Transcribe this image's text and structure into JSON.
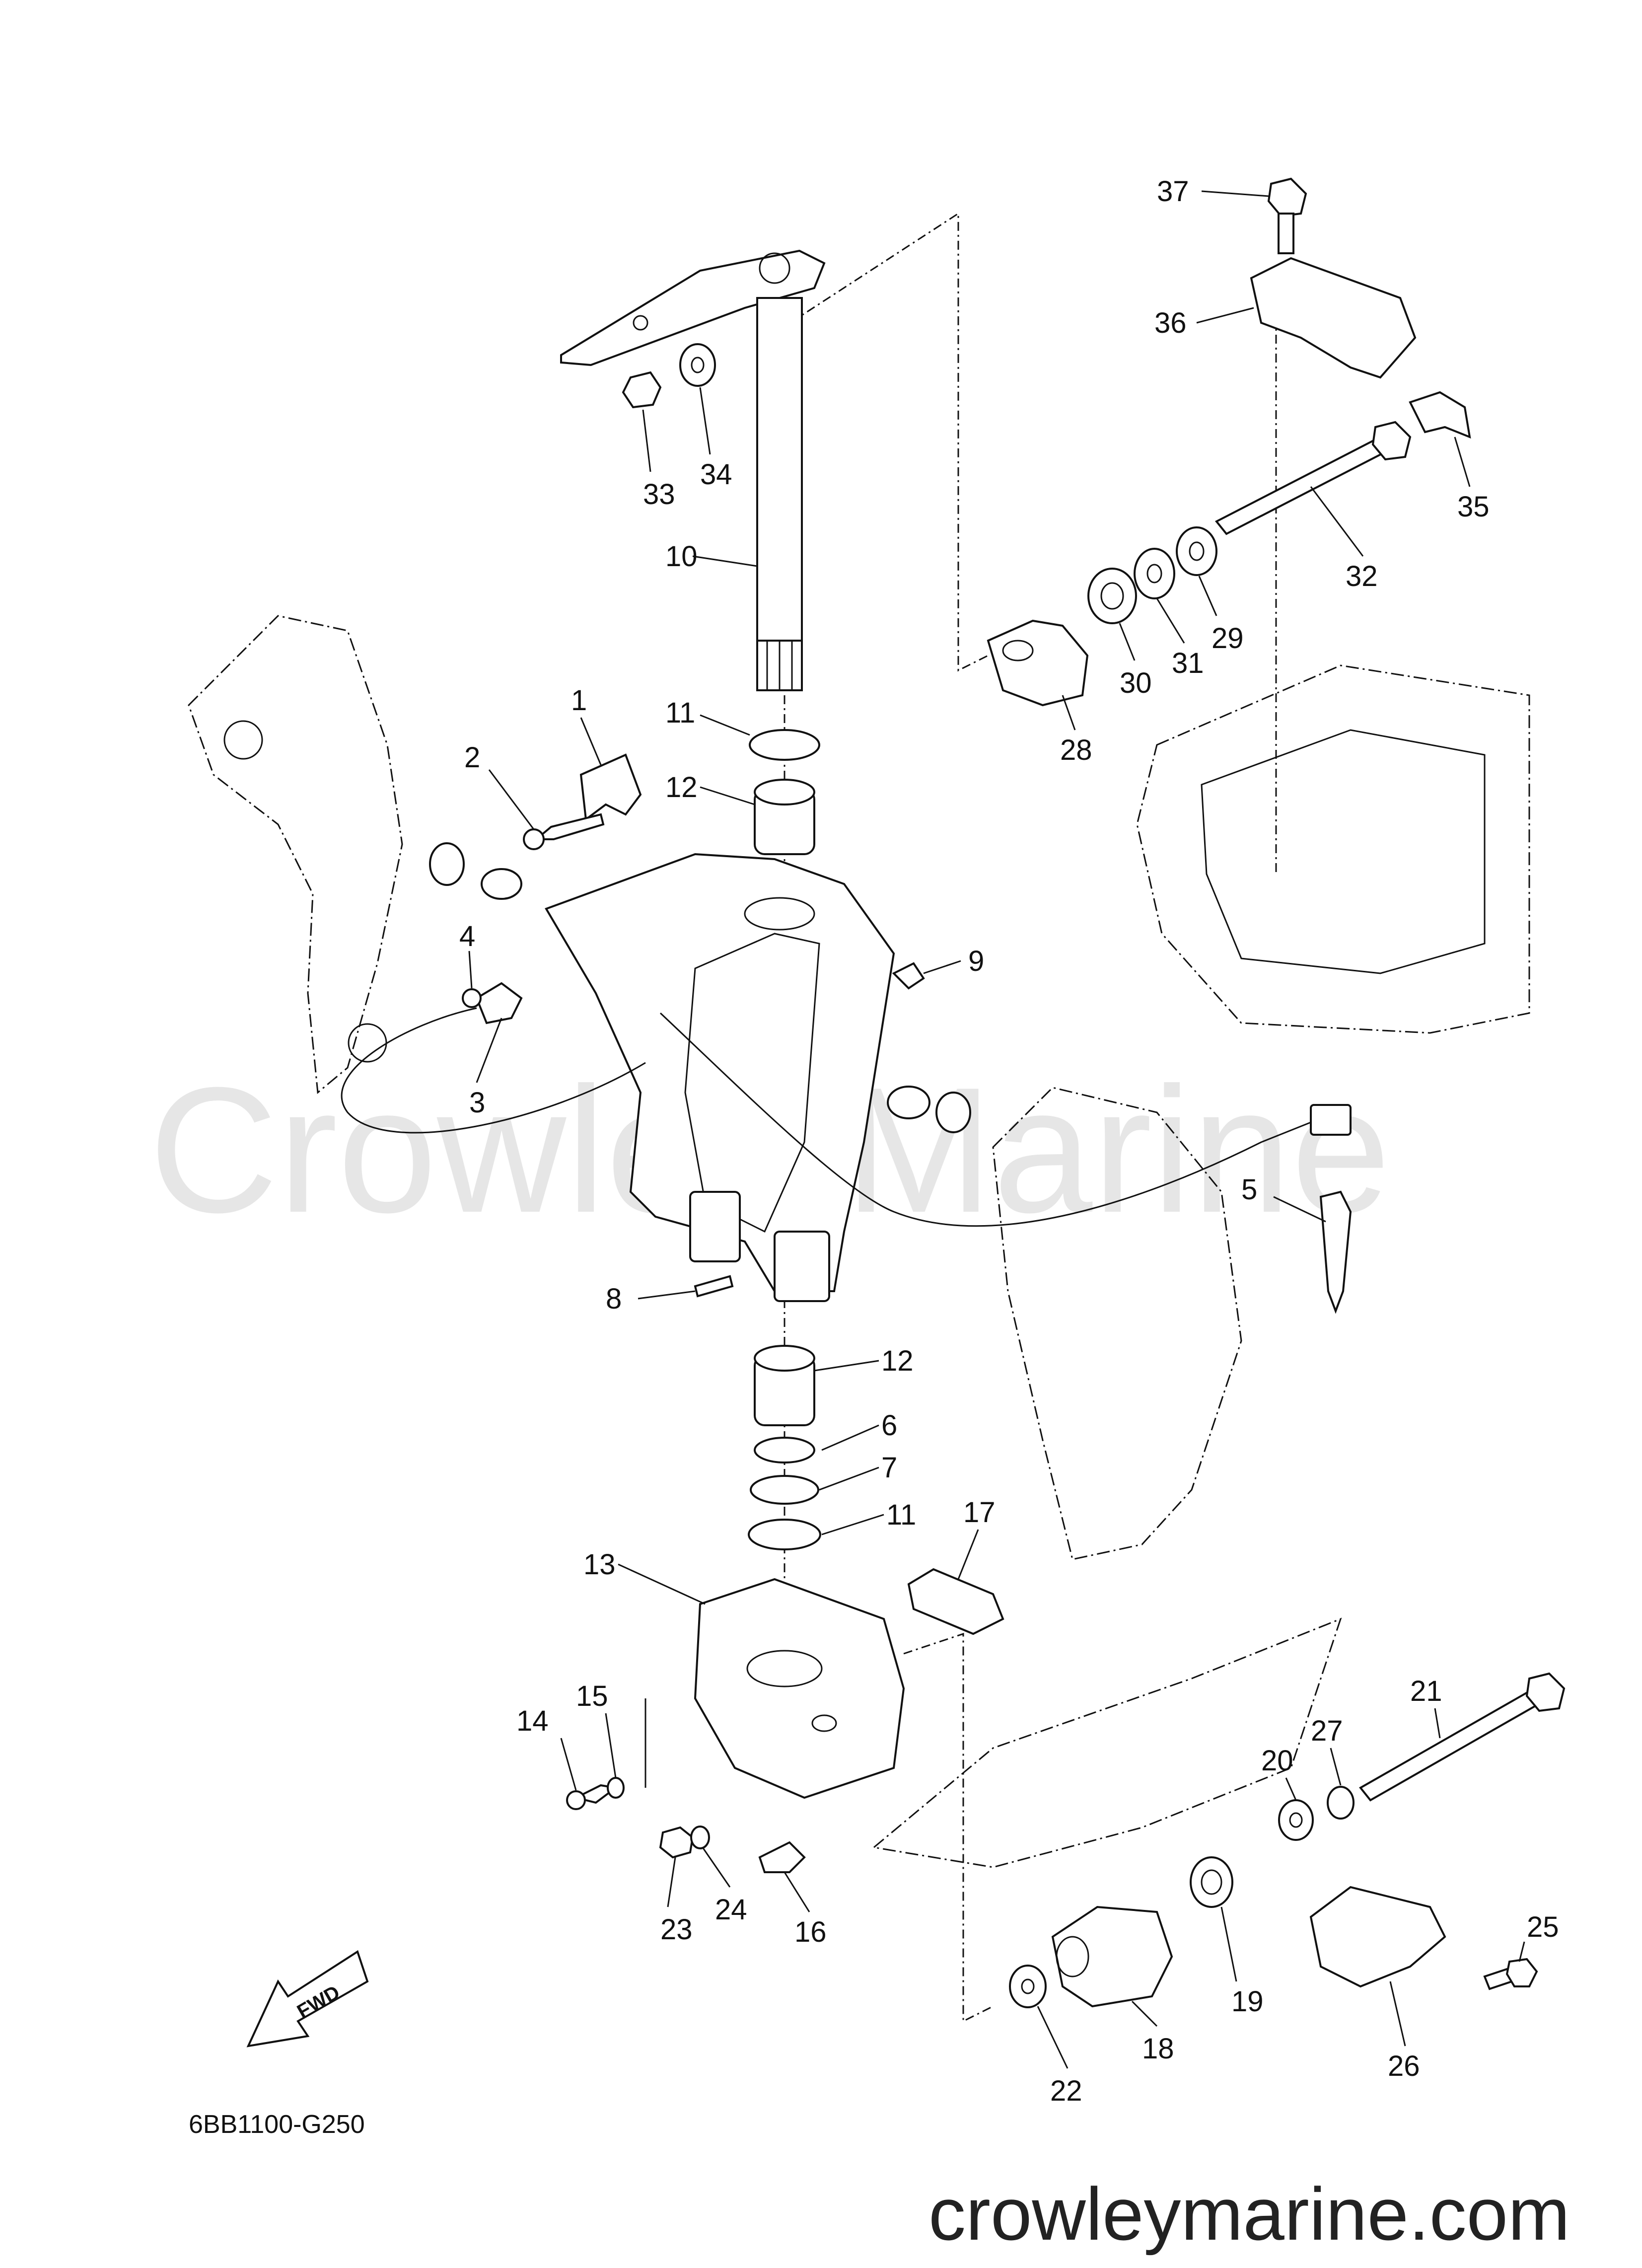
{
  "diagram": {
    "drawing_code": "6BB1100-G250",
    "watermark": "Crowley Marine",
    "website": "crowleymarine.com",
    "fwd_label": "FWD"
  },
  "callouts": {
    "c1": "1",
    "c2": "2",
    "c3": "3",
    "c4": "4",
    "c5": "5",
    "c6": "6",
    "c7": "7",
    "c8": "8",
    "c9": "9",
    "c10": "10",
    "c11a": "11",
    "c11b": "11",
    "c12a": "12",
    "c12b": "12",
    "c13": "13",
    "c14": "14",
    "c15": "15",
    "c16": "16",
    "c17": "17",
    "c18": "18",
    "c19": "19",
    "c20": "20",
    "c21": "21",
    "c22": "22",
    "c23": "23",
    "c24": "24",
    "c25": "25",
    "c26": "26",
    "c27": "27",
    "c28": "28",
    "c29": "29",
    "c30": "30",
    "c31": "31",
    "c32": "32",
    "c33": "33",
    "c34": "34",
    "c35": "35",
    "c36": "36",
    "c37": "37"
  }
}
